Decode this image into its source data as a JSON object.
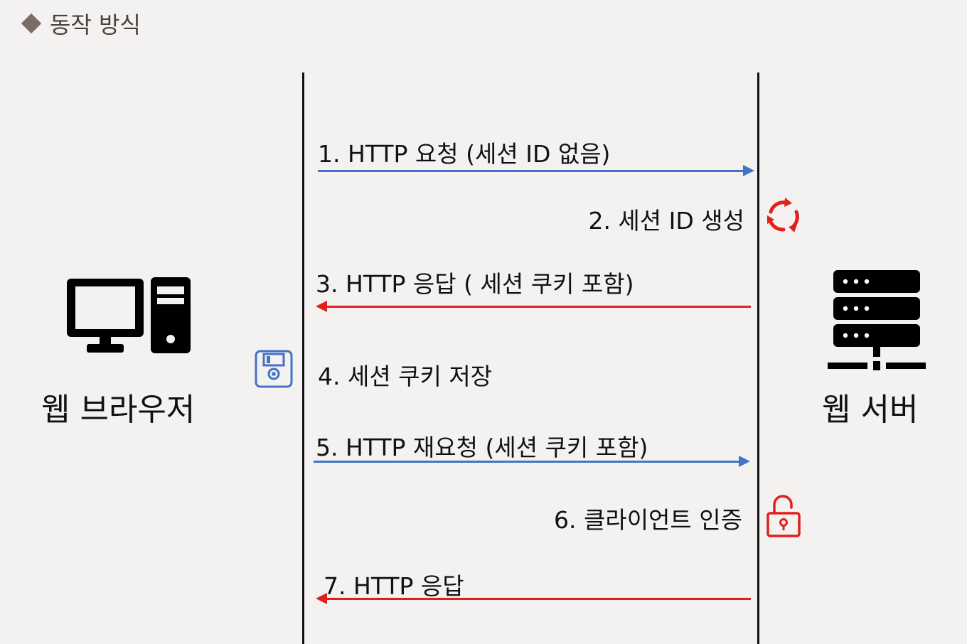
{
  "header": {
    "title": "동작 방식"
  },
  "actors": {
    "client": {
      "label": "웹 브라우저",
      "icon": "desktop-computer-icon"
    },
    "server": {
      "label": "웹 서버",
      "icon": "server-rack-icon"
    }
  },
  "messages": [
    {
      "label": "1. HTTP 요청 (세션 ID 없음)",
      "direction": "client-to-server",
      "color": "#4472c4"
    },
    {
      "label": "2. 세션 ID 생성",
      "direction": "server-self",
      "icon": "refresh-cycle-icon",
      "color": "#e0201b"
    },
    {
      "label": "3. HTTP 응답 ( 세션 쿠키 포함)",
      "direction": "server-to-client",
      "color": "#e0201b"
    },
    {
      "label": "4. 세션 쿠키 저장",
      "direction": "client-self",
      "icon": "save-floppy-icon",
      "color": "#4472c4"
    },
    {
      "label": "5. HTTP 재요청 (세션 쿠키 포함)",
      "direction": "client-to-server",
      "color": "#4472c4"
    },
    {
      "label": "6. 클라이언트 인증",
      "direction": "server-self",
      "icon": "unlock-icon",
      "color": "#e0201b"
    },
    {
      "label": "7. HTTP 응답",
      "direction": "server-to-client",
      "color": "#e0201b"
    }
  ]
}
